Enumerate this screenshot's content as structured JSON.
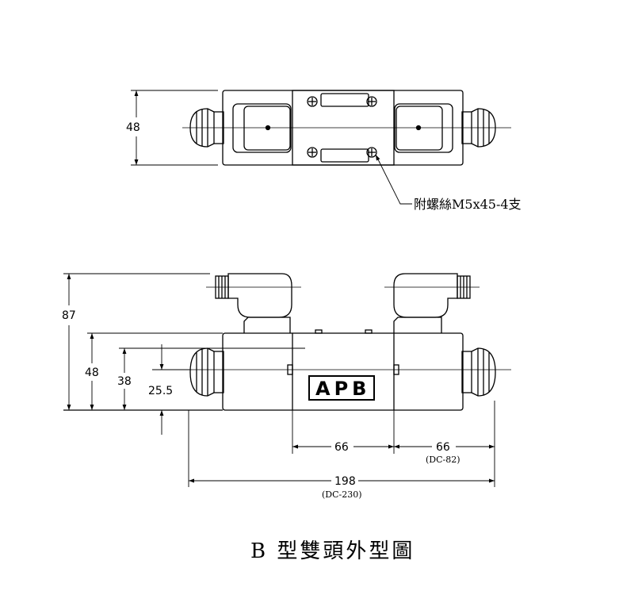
{
  "top_view": {
    "dim_height": "48",
    "callout": "附螺絲M5x45-4支"
  },
  "front_view": {
    "dim_87": "87",
    "dim_48": "48",
    "dim_38": "38",
    "dim_25_5": "25.5",
    "brand": "APB",
    "dim_66_left": "66",
    "dim_66_right": "66",
    "dim_66_right_sub": "(DC-82)",
    "dim_198": "198",
    "dim_198_sub": "(DC-230)"
  },
  "title": "B 型雙頭外型圖"
}
